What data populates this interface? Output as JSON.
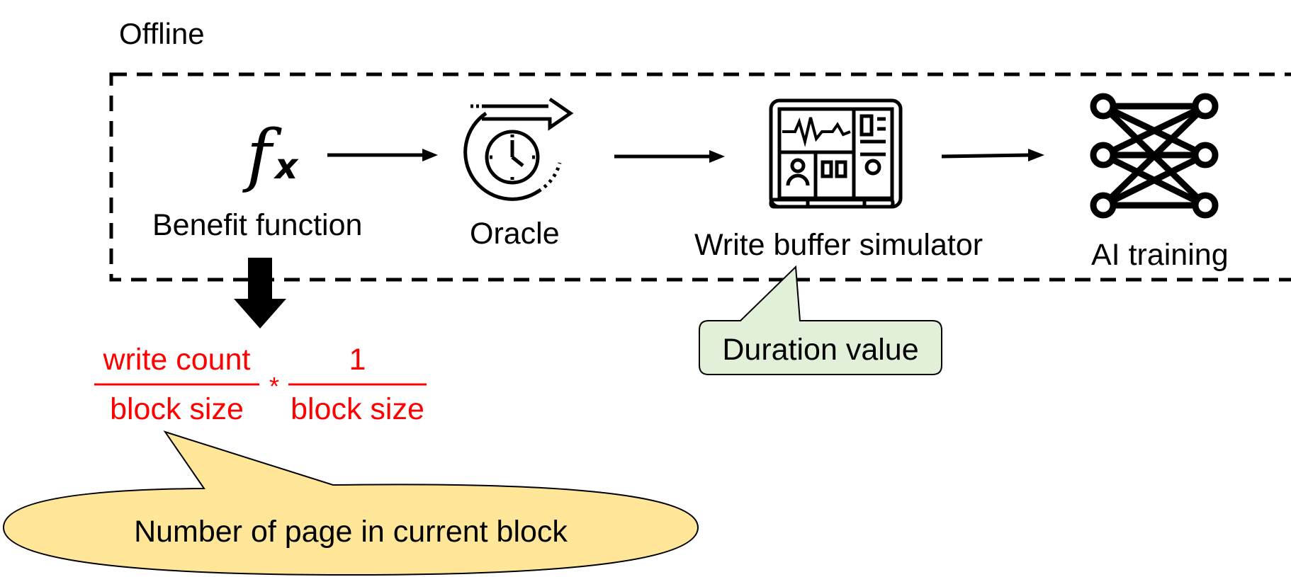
{
  "section_label": "Offline",
  "nodes": [
    {
      "label": "Benefit function",
      "icon": "function-fx-icon"
    },
    {
      "label": "Oracle",
      "icon": "oracle-clock-arrow-icon"
    },
    {
      "label": "Write buffer simulator",
      "icon": "monitor-dashboard-icon"
    },
    {
      "label": "AI training",
      "icon": "neural-network-icon"
    }
  ],
  "formula": {
    "frac1_numerator": "write count",
    "frac1_denominator": "block size",
    "operator": "*",
    "frac2_numerator": "1",
    "frac2_denominator": "block size"
  },
  "callouts": {
    "duration": "Duration value",
    "pages": "Number of page in current block"
  },
  "colors": {
    "formula": "#ff0000",
    "duration_fill": "#e2f0d9",
    "pages_fill": "#ffe699"
  }
}
